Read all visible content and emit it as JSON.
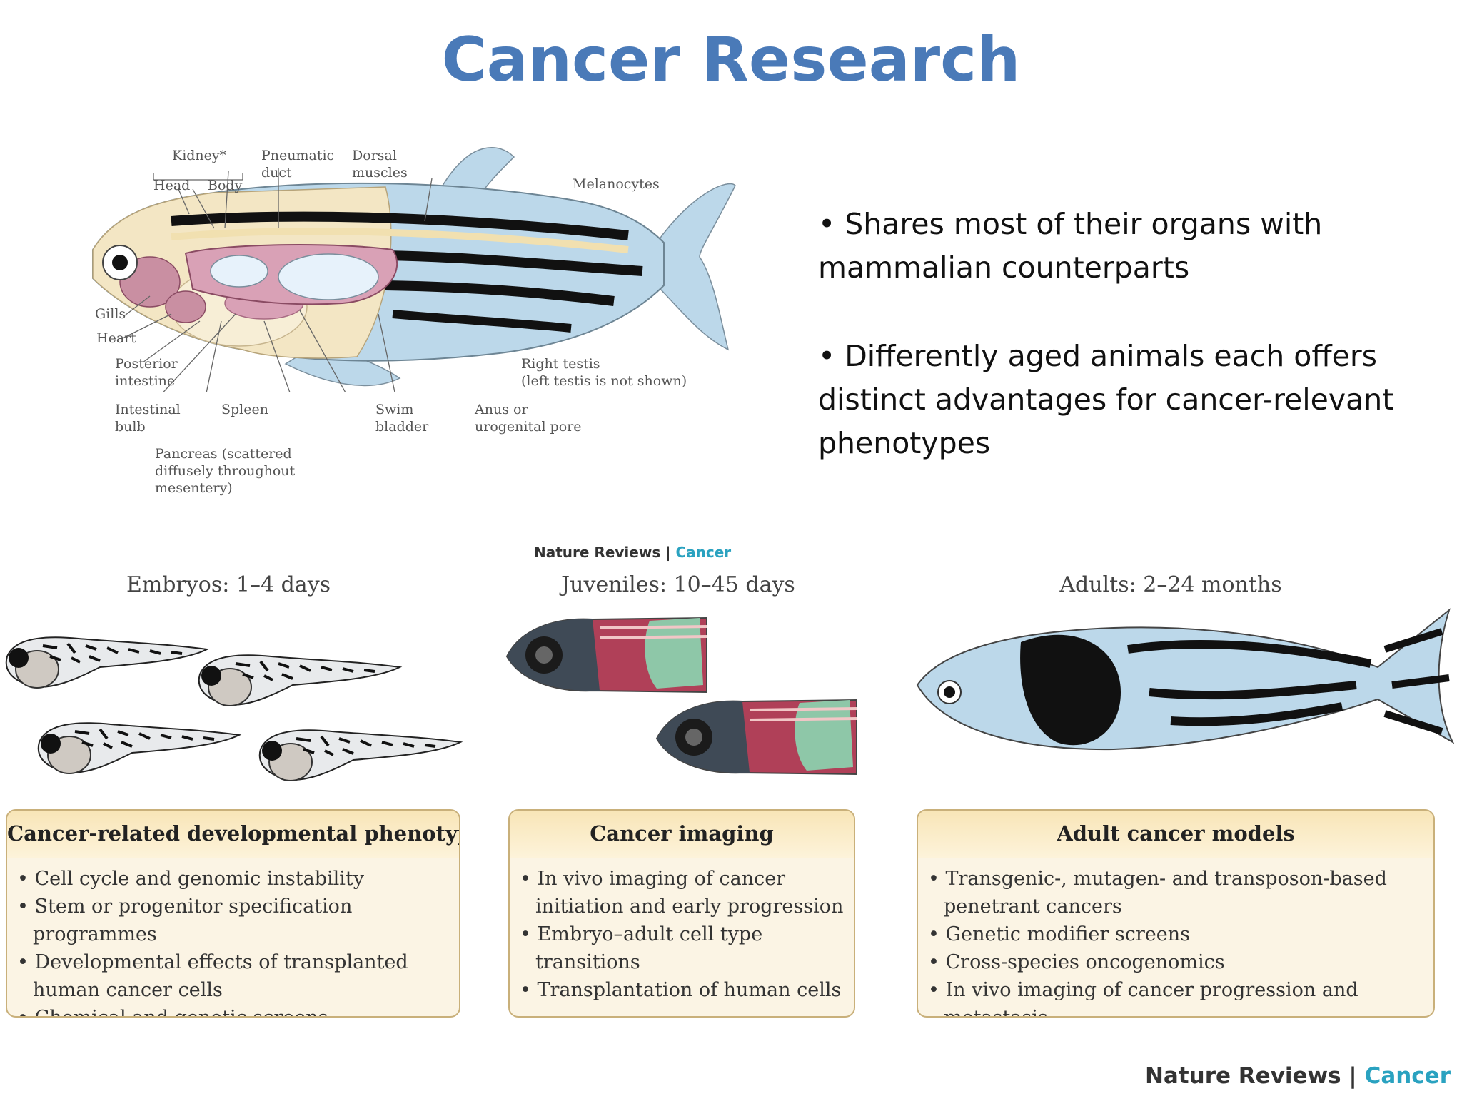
{
  "title": "Cancer Research",
  "anatomy_labels": {
    "kidney": "Kidney*",
    "head": "Head",
    "body": "Body",
    "pneumatic_duct_1": "Pneumatic",
    "pneumatic_duct_2": "duct",
    "dorsal_muscles_1": "Dorsal",
    "dorsal_muscles_2": "muscles",
    "melanocytes": "Melanocytes",
    "gills": "Gills",
    "heart": "Heart",
    "posterior_intestine_1": "Posterior",
    "posterior_intestine_2": "intestine",
    "intestinal_bulb_1": "Intestinal",
    "intestinal_bulb_2": "bulb",
    "spleen": "Spleen",
    "swim_bladder_1": "Swim",
    "swim_bladder_2": "bladder",
    "anus_1": "Anus or",
    "anus_2": "urogenital pore",
    "right_testis_1": "Right testis",
    "right_testis_2": "(left testis is not shown)",
    "pancreas_1": "Pancreas (scattered",
    "pancreas_2": "diffusely throughout",
    "pancreas_3": "mesentery)"
  },
  "bullets": [
    "Shares most of their organs with mammalian counterparts",
    "Differently aged animals each offers distinct advantages for cancer-relevant phenotypes"
  ],
  "credit": {
    "journal": "Nature Reviews",
    "separator": " | ",
    "section": "Cancer"
  },
  "stages": {
    "embryos": "Embryos: 1–4 days",
    "juveniles": "Juveniles: 10–45 days",
    "adults": "Adults: 2–24 months"
  },
  "boxes": [
    {
      "title": "Cancer-related developmental phenotypes",
      "items": [
        "Cell cycle and genomic instability",
        "Stem or progenitor specification programmes",
        "Developmental effects of transplanted human cancer cells",
        "Chemical and genetic screens"
      ]
    },
    {
      "title": "Cancer imaging",
      "items": [
        "In vivo imaging of cancer initiation and early progression",
        "Embryo–adult cell type transitions",
        "Transplantation of human cells"
      ]
    },
    {
      "title": "Adult cancer models",
      "items": [
        "Transgenic-, mutagen- and transposon-based penetrant cancers",
        "Genetic modifier screens",
        "Cross-species oncogenomics",
        "In vivo imaging of cancer progression and metastasis"
      ]
    }
  ],
  "colors": {
    "title": "#4a7ab8",
    "fish_body": "#bcd8ea",
    "stripe": "#111111",
    "box_fill": "#fbf4e4",
    "credit_section": "#2aa2c0"
  }
}
